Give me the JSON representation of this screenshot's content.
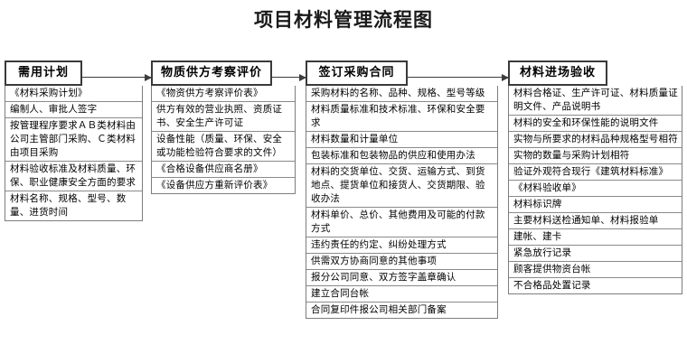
{
  "page": {
    "title": "项目材料管理流程图"
  },
  "flowchart": {
    "arrows": [
      {
        "name": "arrow-plan-to-supplier",
        "from": "需用计划",
        "to": "物质供方考察评价"
      },
      {
        "name": "arrow-supplier-to-contract",
        "from": "物质供方考察评价",
        "to": "签订采购合同"
      },
      {
        "name": "arrow-contract-to-acceptance",
        "from": "签订采购合同",
        "to": "材料进场验收"
      }
    ],
    "columns": [
      {
        "id": "col-1",
        "header": "需用计划",
        "rows": [
          "《材料采购计划》",
          "编制人、审批人签字",
          "按管理程序要求ＡＢ类材料由公司主管部门采购、Ｃ类材料由项目采购",
          "材料验收标准及材料质量、环保、职业健康安全方面的要求",
          "材料名称、规格、型号、数量、进货时间"
        ]
      },
      {
        "id": "col-2",
        "header": "物质供方考察评价",
        "rows": [
          "《物资供方考察评价表》",
          "供方有效的营业执照、资质证书、安全生产许可证",
          "设备性能（质量、环保、安全或功能检验符合要求的文件）",
          "《合格设备供应商名册》",
          "《设备供应方重新评价表》"
        ]
      },
      {
        "id": "col-3",
        "header": "签订采购合同",
        "rows": [
          "采购材料的名称、品种、规格、型号等级",
          "材料质量标准和技术标准、环保和安全要求",
          "材料数量和计量单位",
          "包装标准和包装物品的供应和使用办法",
          "材料的交货单位、交货、运输方式、到货地点、提货单位和接货人、交货期限、验收办法",
          "材料单价、总价、其他费用及可能的付款方式",
          "违约责任的约定、纠纷处理方式",
          "供需双方协商同意的其他事项",
          "报分公司同意、双方签字盖章确认",
          "建立合同台帐",
          "合同复印件报公司相关部门备案"
        ]
      },
      {
        "id": "col-4",
        "header": "材料进场验收",
        "rows": [
          "材料合格证、生产许可证、材料质量证明文件、产品说明书",
          "材料的安全和环保性能的说明文件",
          "实物与所要求的材料品种规格型号相符",
          "实物的数量与采购计划相符",
          "验证外观符合现行《建筑材料标准》",
          "《材料验收单》",
          "材料标识牌",
          "主要材料送检通知单、材料报验单",
          "建帐、建卡",
          "紧急放行记录",
          "顾客提供物资台帐",
          "不合格品处置记录"
        ]
      }
    ]
  }
}
